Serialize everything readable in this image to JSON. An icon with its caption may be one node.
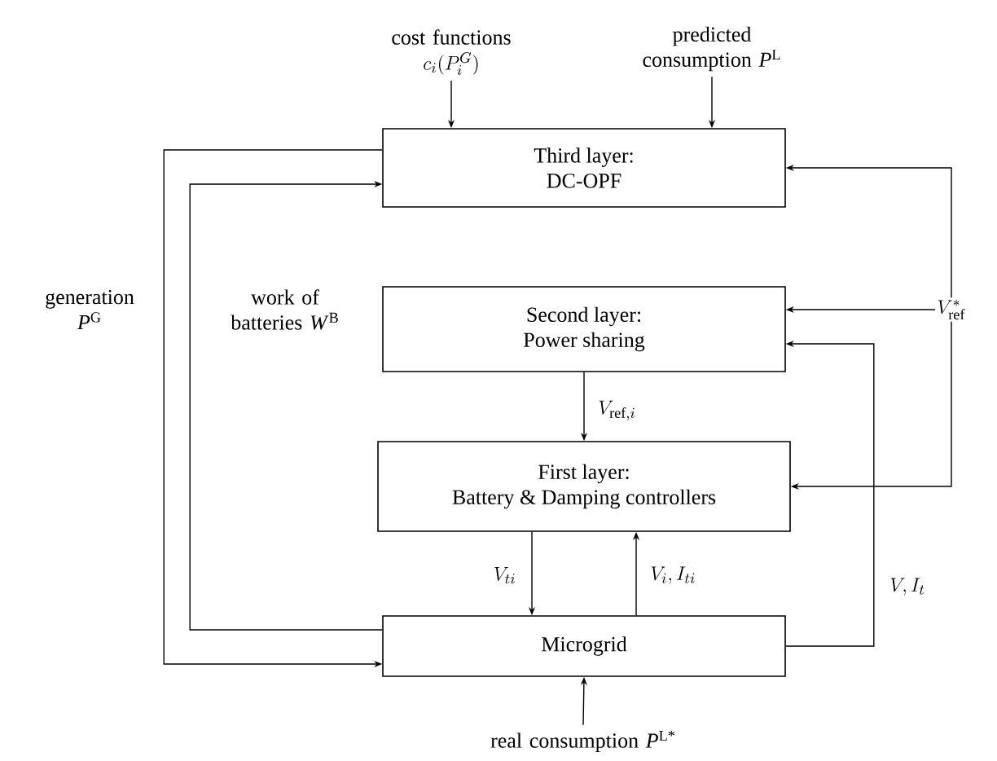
{
  "diagram": {
    "nodes": [
      {
        "text": [
          "cost functions",
          "c_i(P_i^G)"
        ]
      },
      {
        "text": [
          "predicted consumption *P*$^{L}$"
        ]
      },
      {
        "text": [
          "Third layer:",
          "DC-OPF"
        ]
      },
      {
        "text": [
          "Second layer:",
          "Power sharing"
        ]
      },
      {
        "text": [
          "First layer:",
          "Battery & Damping controllers"
        ]
      },
      {
        "text": [
          "Microgrid"
        ]
      },
      {
        "text": [
          "real consumption *P*$^{L*}$"
        ]
      },
      {
        "text": [
          "V^*_{\\mathrm{ref}}"
        ]
      }
    ],
    "edges": [
      {
        "from": 0,
        "to": 2,
        "arrow": "to"
      },
      {
        "from": 1,
        "to": 2,
        "arrow": "to"
      },
      {
        "from": 2,
        "to": 5,
        "arrow": "to",
        "label": "generation *P*$^{G}$"
      },
      {
        "from": 5,
        "to": 2,
        "arrow": "to",
        "label": "work of batteries *W*$^{B}$"
      },
      {
        "from": 7,
        "to": 2,
        "arrow": "to"
      },
      {
        "from": 7,
        "to": 3,
        "arrow": "to"
      },
      {
        "from": 7,
        "to": 4,
        "arrow": "to"
      },
      {
        "from": 3,
        "to": 4,
        "arrow": "to",
        "label": "V_{\\mathrm{ref},i}"
      },
      {
        "from": 4,
        "to": 5,
        "arrow": "to",
        "label": "V_{ti}"
      },
      {
        "from": 5,
        "to": 4,
        "arrow": "to",
        "label": "V_i, I_{ti}"
      },
      {
        "from": 5,
        "to": 3,
        "arrow": "to",
        "label": "V, I_t"
      },
      {
        "from": 6,
        "to": 5,
        "arrow": "to"
      }
    ]
  }
}
